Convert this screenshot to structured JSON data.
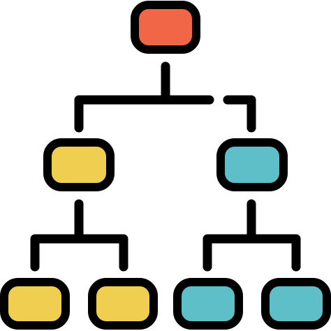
{
  "diagram": {
    "type": "hierarchy-icon",
    "levels": [
      {
        "level": 0,
        "nodes": [
          {
            "id": "root",
            "color_key": "red"
          }
        ]
      },
      {
        "level": 1,
        "nodes": [
          {
            "id": "left",
            "color_key": "yellow"
          },
          {
            "id": "right",
            "color_key": "teal"
          }
        ]
      },
      {
        "level": 2,
        "nodes": [
          {
            "id": "left-left",
            "color_key": "yellow"
          },
          {
            "id": "left-right",
            "color_key": "yellow"
          },
          {
            "id": "right-left",
            "color_key": "teal"
          },
          {
            "id": "right-right",
            "color_key": "teal"
          }
        ]
      }
    ],
    "edges": [
      [
        "root",
        "left"
      ],
      [
        "root",
        "right"
      ],
      [
        "left",
        "left-left"
      ],
      [
        "left",
        "left-right"
      ],
      [
        "right",
        "right-left"
      ],
      [
        "right",
        "right-right"
      ]
    ]
  },
  "colors": {
    "stroke": "#000000",
    "red": "#F26648",
    "yellow": "#F0CF50",
    "teal": "#5FBFC8",
    "background": "#FFFFFF"
  },
  "icon_name": "org-chart-icon"
}
